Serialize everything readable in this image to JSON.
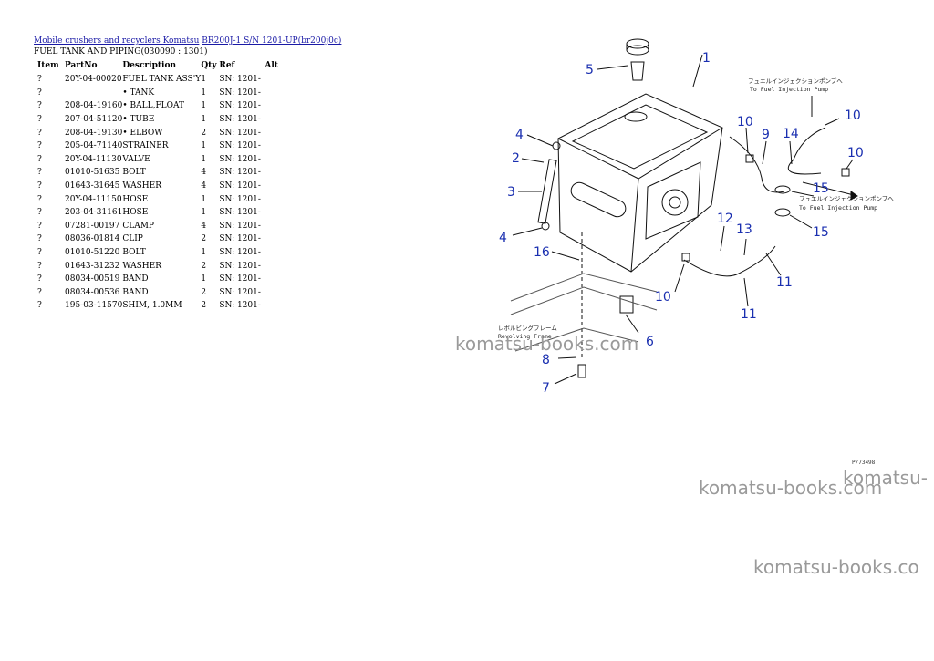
{
  "breadcrumb": {
    "link1": "Mobile crushers and recyclers Komatsu",
    "link2": "BR200J-1 S/N 1201-UP(br200j0c)"
  },
  "page_title": "FUEL TANK AND PIPING(030090 : 1301)",
  "table": {
    "headers": [
      "Item",
      "PartNo",
      "Description",
      "Qty",
      "Ref",
      "Alt"
    ],
    "rows": [
      [
        "?",
        "20Y-04-00020",
        "FUEL TANK ASS'Y",
        "1",
        "SN: 1201-",
        ""
      ],
      [
        "?",
        "",
        "• TANK",
        "1",
        "SN: 1201-",
        ""
      ],
      [
        "?",
        "208-04-19160",
        "• BALL,FLOAT",
        "1",
        "SN: 1201-",
        ""
      ],
      [
        "?",
        "207-04-51120",
        "• TUBE",
        "1",
        "SN: 1201-",
        ""
      ],
      [
        "?",
        "208-04-19130",
        "• ELBOW",
        "2",
        "SN: 1201-",
        ""
      ],
      [
        "?",
        "205-04-71140",
        "STRAINER",
        "1",
        "SN: 1201-",
        ""
      ],
      [
        "?",
        "20Y-04-11130",
        "VALVE",
        "1",
        "SN: 1201-",
        ""
      ],
      [
        "?",
        "01010-51635",
        "BOLT",
        "4",
        "SN: 1201-",
        ""
      ],
      [
        "?",
        "01643-31645",
        "WASHER",
        "4",
        "SN: 1201-",
        ""
      ],
      [
        "?",
        "20Y-04-11150",
        "HOSE",
        "1",
        "SN: 1201-",
        ""
      ],
      [
        "?",
        "203-04-31161",
        "HOSE",
        "1",
        "SN: 1201-",
        ""
      ],
      [
        "?",
        "07281-00197",
        "CLAMP",
        "4",
        "SN: 1201-",
        ""
      ],
      [
        "?",
        "08036-01814",
        "CLIP",
        "2",
        "SN: 1201-",
        ""
      ],
      [
        "?",
        "01010-51220",
        "BOLT",
        "1",
        "SN: 1201-",
        ""
      ],
      [
        "?",
        "01643-31232",
        "WASHER",
        "2",
        "SN: 1201-",
        ""
      ],
      [
        "?",
        "08034-00519",
        "BAND",
        "1",
        "SN: 1201-",
        ""
      ],
      [
        "?",
        "08034-00536",
        "BAND",
        "2",
        "SN: 1201-",
        ""
      ],
      [
        "?",
        "195-03-11570",
        "SHIM, 1.0MM",
        "2",
        "SN: 1201-",
        ""
      ]
    ]
  },
  "diagram": {
    "callouts": [
      "1",
      "2",
      "3",
      "4",
      "4",
      "5",
      "6",
      "7",
      "8",
      "9",
      "10",
      "10",
      "10",
      "10",
      "11",
      "11",
      "12",
      "13",
      "14",
      "15",
      "15",
      "16"
    ],
    "note_pump_top_jp": "フュエルインジェクションポンプへ",
    "note_pump_top_en": "To Fuel Injection Pump",
    "note_pump_mid_jp": "フュエルインジェクションポンプへ",
    "note_pump_mid_en": "To Fuel Injection Pump",
    "note_frame_jp": "レボルビングフレーム",
    "note_frame_en": "Revolving Frame",
    "figure_code": "P/73498",
    "corner_code": "........."
  },
  "watermarks": [
    "komatsu-books.com",
    "komatsu-books.com",
    "komatsu-",
    "komatsu-books.co"
  ],
  "colors": {
    "link": "#1a1aa6",
    "callout": "#1a2fb0",
    "watermark": "#9a9a9a"
  }
}
